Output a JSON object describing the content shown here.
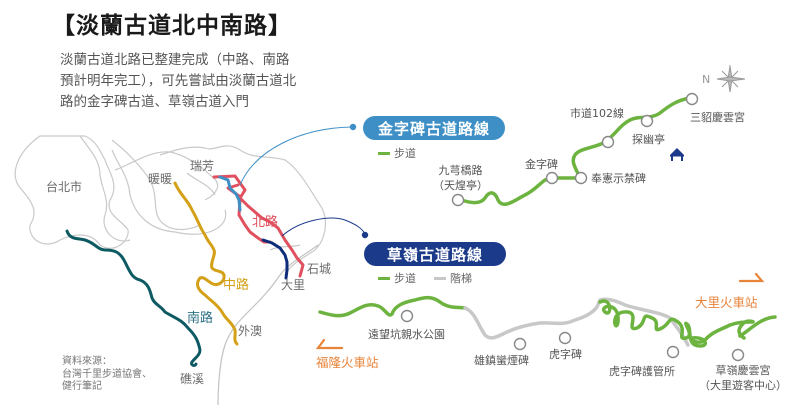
{
  "header": {
    "title": "【淡蘭古道北中南路】",
    "intro_lines": [
      "淡蘭古道北路已整建完成（中路、南路",
      "預計明年完工），可先嘗試由淡蘭古道北",
      "路的金字碑古道、草嶺古道入門"
    ]
  },
  "overview_map": {
    "places": [
      "台北市",
      "暖暖",
      "瑞芳",
      "石城",
      "大里",
      "外澳",
      "礁溪"
    ],
    "routes": [
      {
        "name": "北路",
        "color": "#e0505e"
      },
      {
        "name": "中路",
        "color": "#d4a017"
      },
      {
        "name": "南路",
        "color": "#0e5a63"
      }
    ],
    "source_lines": [
      "資料來源：",
      "台灣千里步道協會、",
      "健行筆記"
    ]
  },
  "jinzibei": {
    "title": "金字碑古道路線",
    "color": "#3d8fc6",
    "legend": [
      {
        "label": "步道",
        "color": "#6db33f"
      }
    ],
    "stops": {
      "jiufen": [
        "九芎橋路",
        "（天煌亭）"
      ],
      "jinzibei": "金字碑",
      "fengxian": "奉憲示禁碑",
      "road102": "市道102線",
      "tanyou": "探幽亭",
      "sanshao": "三貂慶雲宮"
    },
    "compass": "N"
  },
  "caoling": {
    "title": "草嶺古道路線",
    "color": "#1c3a8a",
    "legend": [
      {
        "label": "步道",
        "color": "#6db33f"
      },
      {
        "label": "階梯",
        "color": "#c8c8c8"
      }
    ],
    "stops": {
      "yuanwang": "遠望坑親水公園",
      "xiongzhen": "雄鎮蠻煙碑",
      "huzi": "虎字碑",
      "huzi_station": "虎字碑護管所",
      "caoling_temple": [
        "草嶺慶雲宮",
        "（大里遊客中心）"
      ]
    },
    "stations": {
      "fulong": "福隆火車站",
      "dali": "大里火車站"
    }
  }
}
